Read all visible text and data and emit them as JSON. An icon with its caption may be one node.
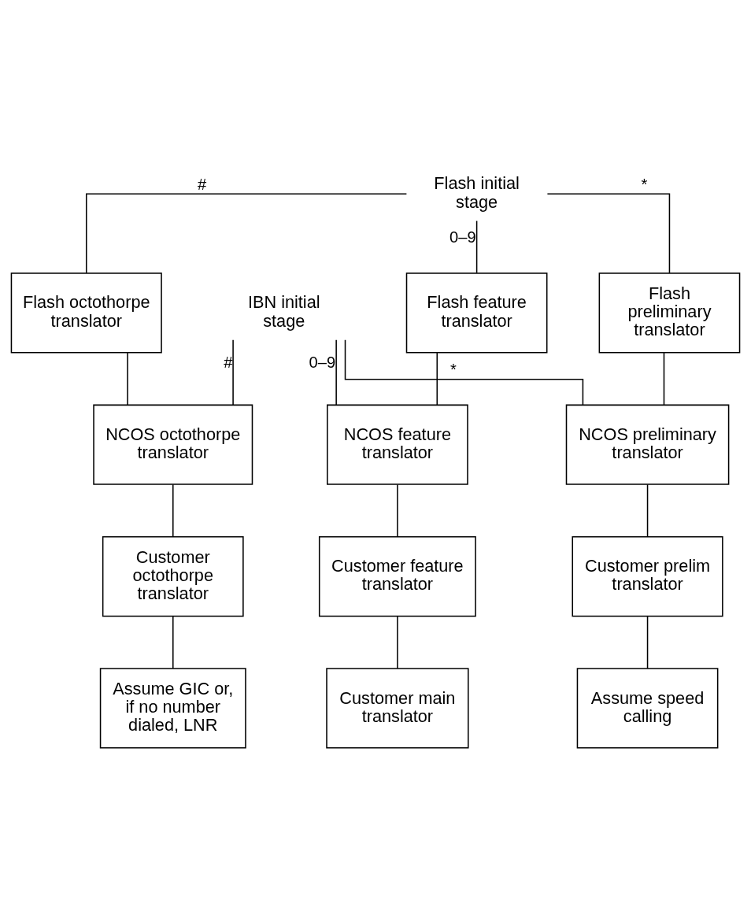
{
  "diagram": {
    "nodes": [
      {
        "text": [
          "Flash initial stage"
        ]
      },
      {
        "text": [
          "Flash octothorpe translator"
        ]
      },
      {
        "text": [
          "Flash feature translator"
        ]
      },
      {
        "text": [
          "Flash preliminary translator"
        ]
      },
      {
        "text": [
          "IBN initial stage"
        ]
      },
      {
        "text": [
          "NCOS octothorpe translator"
        ]
      },
      {
        "text": [
          "NCOS feature translator"
        ]
      },
      {
        "text": [
          "NCOS preliminary translator"
        ]
      },
      {
        "text": [
          "Customer octothorpe translator"
        ]
      },
      {
        "text": [
          "Customer feature translator"
        ]
      },
      {
        "text": [
          "Customer prelim translator"
        ]
      },
      {
        "text": [
          "Assume GIC or, if no number dialed, LNR"
        ]
      },
      {
        "text": [
          "Customer main translator"
        ]
      },
      {
        "text": [
          "Assume speed calling"
        ]
      }
    ],
    "edges": [
      {
        "from": 0,
        "to": 1,
        "arrow": "none",
        "label": "#"
      },
      {
        "from": 0,
        "to": 2,
        "arrow": "none",
        "label": "0–9"
      },
      {
        "from": 0,
        "to": 3,
        "arrow": "none",
        "label": "*"
      },
      {
        "from": 1,
        "to": 5,
        "arrow": "none"
      },
      {
        "from": 2,
        "to": 6,
        "arrow": "none"
      },
      {
        "from": 3,
        "to": 7,
        "arrow": "none"
      },
      {
        "from": 4,
        "to": 5,
        "arrow": "none",
        "label": "#"
      },
      {
        "from": 4,
        "to": 6,
        "arrow": "none",
        "label": "0–9"
      },
      {
        "from": 4,
        "to": 7,
        "arrow": "none",
        "label": "*"
      },
      {
        "from": 5,
        "to": 8,
        "arrow": "none"
      },
      {
        "from": 6,
        "to": 9,
        "arrow": "none"
      },
      {
        "from": 7,
        "to": 10,
        "arrow": "none"
      },
      {
        "from": 8,
        "to": 11,
        "arrow": "none"
      },
      {
        "from": 9,
        "to": 12,
        "arrow": "none"
      },
      {
        "from": 10,
        "to": 13,
        "arrow": "none"
      }
    ]
  }
}
